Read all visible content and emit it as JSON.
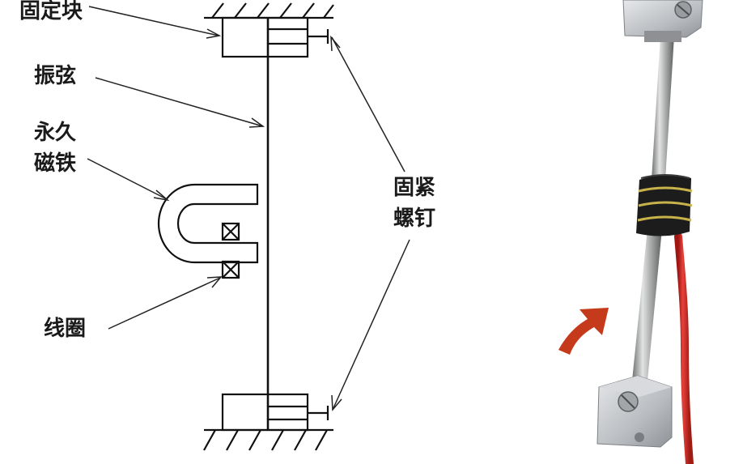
{
  "labels": {
    "fixed_block": "固定块",
    "string": "振弦",
    "magnet_line1": "永久",
    "magnet_line2": "磁铁",
    "screw_line1": "固紧",
    "screw_line2": "螺钉",
    "coil": "线圈"
  },
  "colors": {
    "arrow": "#c43a1a",
    "wire": "#d0241f",
    "coil_wrap": "#1c1c1c",
    "coil_stripe": "#c8b24a",
    "metal_block": "#c9cccf",
    "rod": "#a6a8a8"
  }
}
